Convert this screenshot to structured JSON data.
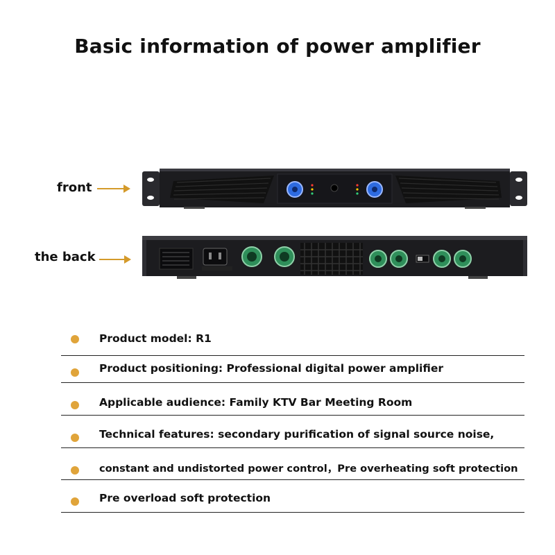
{
  "title": "Basic information of power amplifier",
  "views": {
    "front_label": "front",
    "back_label": "the back"
  },
  "colors": {
    "accent_bullet": "#e0a43a",
    "arrow": "#d49a2a",
    "chassis": "#1c1c1f",
    "knob_blue": "#2e6be0",
    "connector_green": "#2f8f5a"
  },
  "info_items": [
    {
      "text": "Product model: R1"
    },
    {
      "text": "Product positioning: Professional digital power amplifier"
    },
    {
      "text": "Applicable audience: Family KTV Bar Meeting Room"
    },
    {
      "text": "Technical features: secondary purification of signal source noise,"
    },
    {
      "text": "constant and undistorted power control，Pre overheating soft protection"
    },
    {
      "text": "Pre overload soft protection"
    }
  ]
}
